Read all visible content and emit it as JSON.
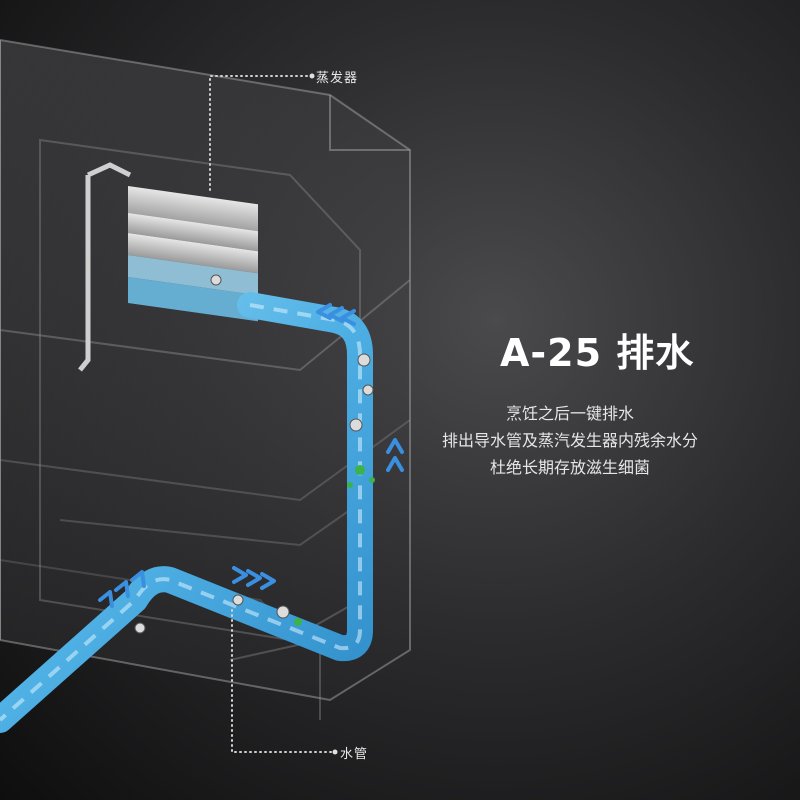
{
  "callouts": {
    "evaporator": "蒸发器",
    "water_pipe": "水管"
  },
  "feature": {
    "title": "A-25 排水",
    "description_lines": [
      "烹饪之后一键排水",
      "排出导水管及蒸汽发生器内残余水分",
      "杜绝长期存放滋生细菌"
    ]
  },
  "colors": {
    "background": "#2c2c2e",
    "water": "#5fb8e8",
    "arrow": "#3a8fe0",
    "text": "#ffffff"
  },
  "icons": [
    "flow-arrow-icon",
    "particle-icon",
    "bacteria-icon"
  ]
}
